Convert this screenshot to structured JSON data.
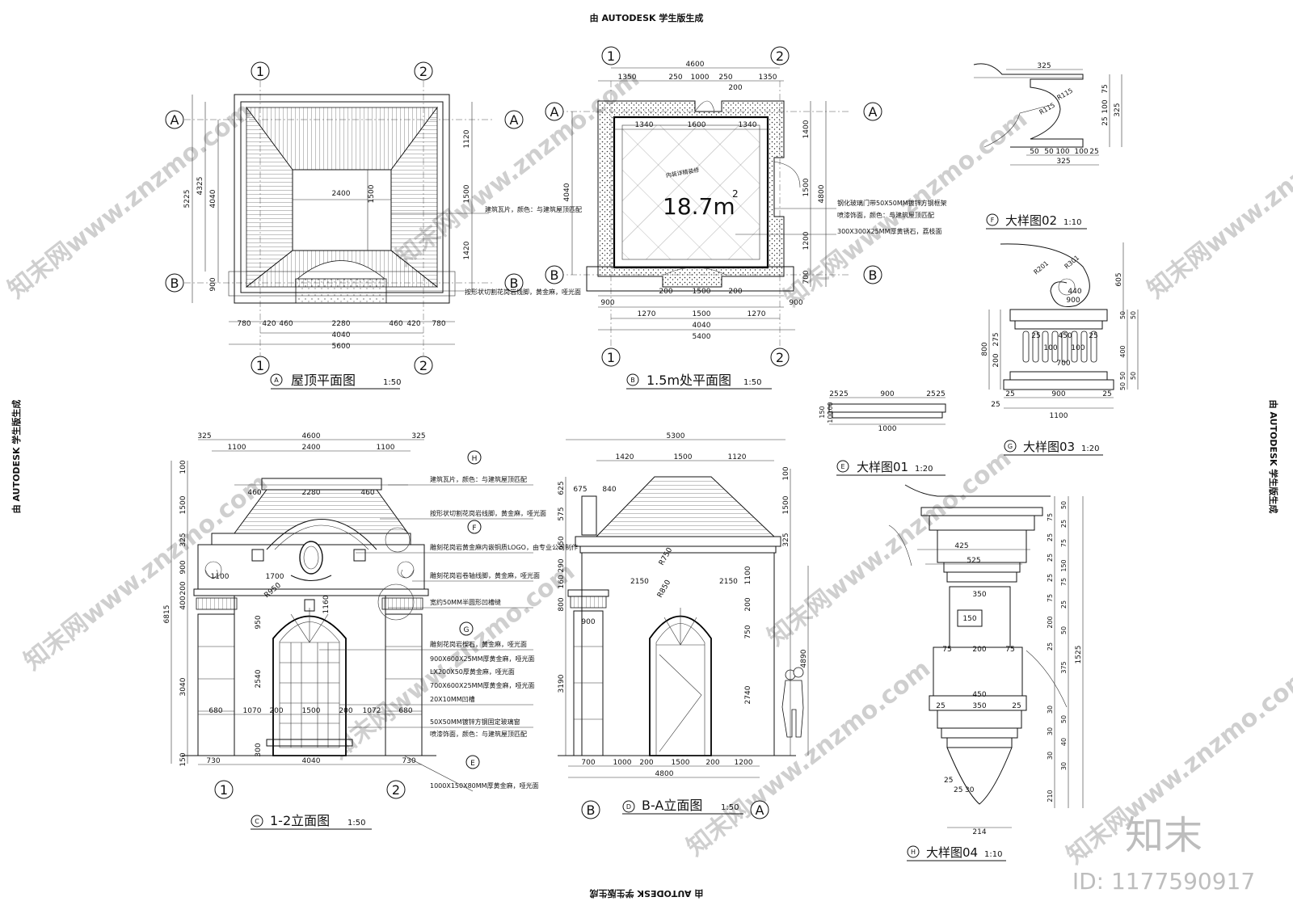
{
  "header": {
    "top": "由 AUTODESK 学生版生成",
    "left": "由 AUTODESK 学生版生成",
    "right": "由 AUTODESK 学生版生成",
    "bottom": "由 AUTODESK 学生版生成"
  },
  "watermark": {
    "brand": "知末",
    "id": "ID: 1177590917",
    "site": "知末网www.znzmo.com"
  },
  "roof_plan": {
    "title": "屋顶平面图",
    "scale": "1:50",
    "tag": "A",
    "axes": [
      "1",
      "2"
    ],
    "rows": [
      "A",
      "B"
    ],
    "dims_bottom_1": [
      "780",
      "420",
      "460",
      "2280",
      "460",
      "420",
      "780"
    ],
    "dims_bottom_2": "4040",
    "dims_bottom_3": "5600",
    "dim_inner": "2400",
    "dim_inner_v": "1500",
    "dims_left": [
      "5225",
      "4325",
      "4040",
      "900"
    ],
    "dims_right": [
      "1120",
      "1500",
      "1420"
    ],
    "note_1": "建筑瓦片，颜色：与建筑屋顶匹配",
    "note_2": "按形状切割花岗岩线脚，黄金麻，哑光面"
  },
  "floor_plan": {
    "title": "1.5m处平面图",
    "scale": "1:50",
    "tag": "B",
    "area": "18.7m",
    "area_sup": "2",
    "room_label": "内装详精装修",
    "dims_top_1": "4600",
    "dims_top_2": [
      "1350",
      "250",
      "1000",
      "250",
      "1350"
    ],
    "dim_top_3": "200",
    "dims_inner_top": [
      "1340",
      "1600",
      "1340"
    ],
    "dims_bottom_1": [
      "200",
      "1500",
      "200"
    ],
    "dims_bottom_2": [
      "900",
      "1270",
      "1500",
      "1270",
      "900"
    ],
    "dims_bottom_3": "4040",
    "dims_bottom_4": "5400",
    "dims_right": [
      "1400",
      "1500",
      "4800",
      "1200",
      "700"
    ],
    "dim_left": "4040",
    "note_1": "钢化玻璃门带50X50MM镀锌方钢框架",
    "note_2": "喷漆饰面，颜色：与建筑屋顶匹配",
    "note_3": "300X300X25MM厚黄锈石，荔枝面"
  },
  "detail_01": {
    "title": "大样图01",
    "scale": "1:20",
    "tag": "E",
    "dims": [
      "25",
      "25",
      "900",
      "25",
      "25",
      "1000",
      "150",
      "100",
      "100"
    ]
  },
  "detail_02": {
    "title": "大样图02",
    "scale": "1:10",
    "tag": "F",
    "dims": [
      "325",
      "R115",
      "R115",
      "50",
      "50",
      "100",
      "100",
      "25",
      "325",
      "75",
      "100",
      "25",
      "325"
    ]
  },
  "detail_03": {
    "title": "大样图03",
    "scale": "1:20",
    "tag": "G",
    "dims": [
      "R201",
      "R301",
      "440",
      "900",
      "605",
      "25",
      "450",
      "25",
      "100",
      "100",
      "700",
      "800",
      "275",
      "200",
      "25",
      "900",
      "25",
      "25",
      "1100",
      "50",
      "50",
      "400",
      "50",
      "50",
      "50"
    ]
  },
  "elev_12": {
    "title": "1-2立面图",
    "scale": "1:50",
    "tag": "C",
    "axes": [
      "1",
      "2"
    ],
    "dims_top": [
      "325",
      "4600",
      "325",
      "1100",
      "2400",
      "1100"
    ],
    "dims_mid": [
      "460",
      "2280",
      "460"
    ],
    "dims_r": [
      "1100",
      "1700"
    ],
    "dims_bottom": [
      "680",
      "1070",
      "200",
      "1500",
      "200",
      "1072",
      "680"
    ],
    "dims_bottom_2": [
      "730",
      "4040",
      "730"
    ],
    "dims_left": [
      "100",
      "1500",
      "325",
      "900",
      "200",
      "400",
      "6815",
      "3040",
      "150"
    ],
    "dims_inner": [
      "R950",
      "950",
      "2540",
      "300",
      "1160"
    ],
    "callouts": [
      "H",
      "F",
      "G",
      "E"
    ],
    "notes": [
      "建筑瓦片，颜色：与建筑屋顶匹配",
      "按形状切割花岗岩线脚，黄金麻，哑光面",
      "雕刻花岗岩黄金麻内嵌铜质LOGO，由专业公司制作",
      "雕刻花岗岩卷轴线脚，黄金麻，哑光面",
      "宽约50MM半圆形凹槽缝",
      "雕刻花岗岩楔石，黄金麻，哑光面",
      "900X600X25MM厚黄金麻，哑光面",
      "LX200X50厚黄金麻，哑光面",
      "700X600X25MM厚黄金麻，哑光面",
      "20X10MM凹槽",
      "50X50MM镀锌方钢固定玻璃窗",
      "喷漆饰面，颜色：与建筑屋顶匹配",
      "1000X150X80MM厚黄金麻，哑光面"
    ]
  },
  "elev_ba": {
    "title": "B-A立面图",
    "scale": "1:50",
    "tag": "D",
    "axes": [
      "B",
      "A"
    ],
    "dims_top": [
      "5300",
      "1420",
      "1500",
      "1120"
    ],
    "dims_mid": [
      "675",
      "840"
    ],
    "dims_left": [
      "625",
      "575",
      "650",
      "290",
      "160",
      "800",
      "3190"
    ],
    "dims_right": [
      "100",
      "1500",
      "325",
      "1100",
      "200",
      "750",
      "2740",
      "4890"
    ],
    "dims_inner": [
      "R750",
      "2150",
      "R850",
      "2150",
      "900"
    ],
    "dims_bottom": [
      "700",
      "1000",
      "200",
      "1500",
      "200",
      "1200"
    ],
    "dims_bottom_2": "4800"
  },
  "detail_04": {
    "title": "大样图04",
    "scale": "1:10",
    "tag": "H",
    "dims": [
      "50",
      "75",
      "25",
      "25",
      "75",
      "25",
      "150",
      "425",
      "525",
      "25",
      "75",
      "75",
      "350",
      "25",
      "150",
      "200",
      "50",
      "25",
      "75",
      "200",
      "75",
      "375",
      "450",
      "25",
      "350",
      "25",
      "30",
      "50",
      "30",
      "40",
      "30",
      "30",
      "25",
      "25",
      "30",
      "210",
      "214",
      "1525"
    ]
  }
}
